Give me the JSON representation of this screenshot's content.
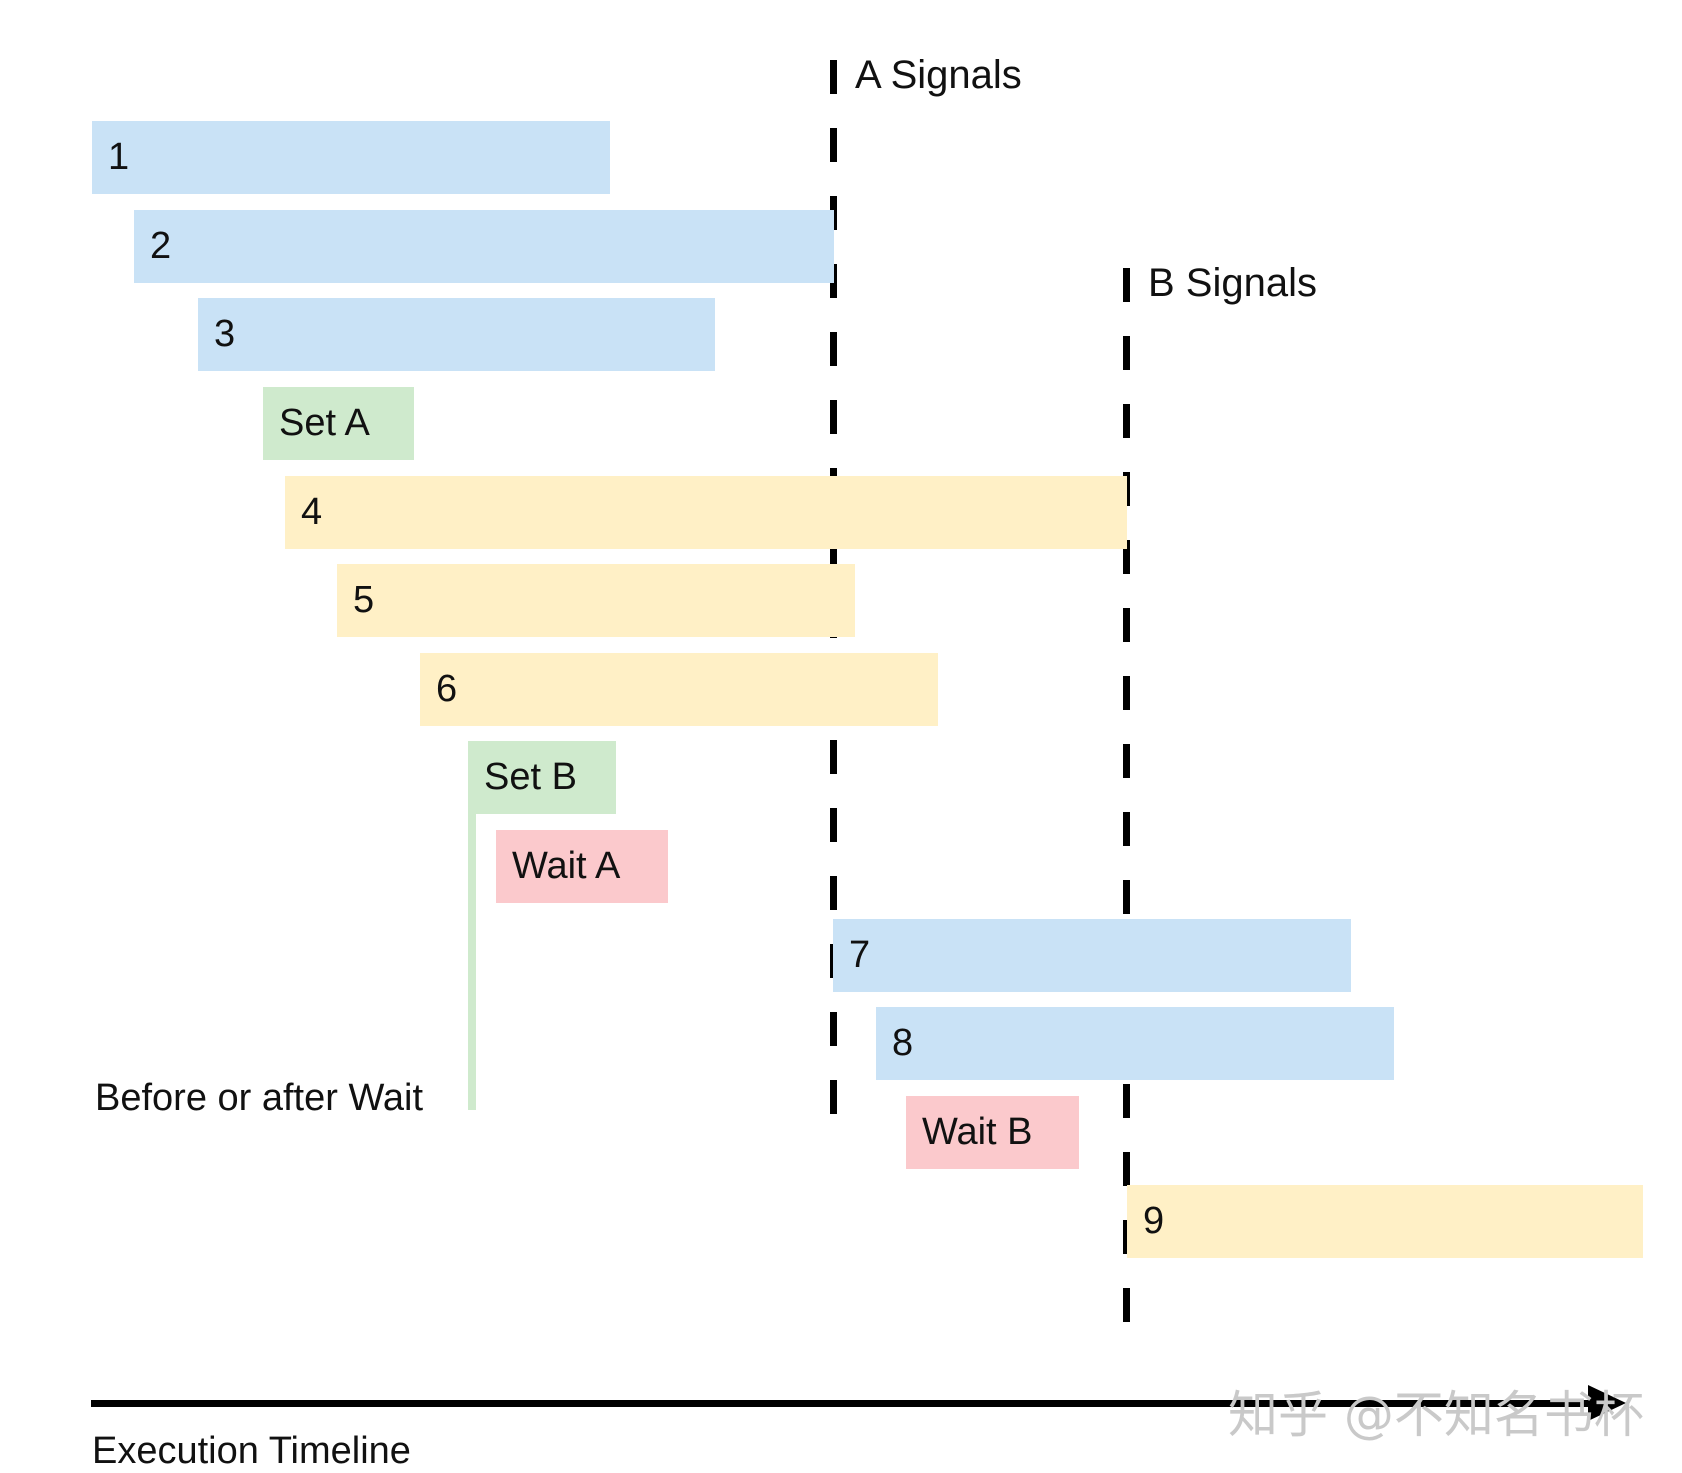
{
  "signals": {
    "a_label": "A Signals",
    "b_label": "B Signals"
  },
  "bars": {
    "b1": "1",
    "b2": "2",
    "b3": "3",
    "set_a": "Set A",
    "b4": "4",
    "b5": "5",
    "b6": "6",
    "set_b": "Set B",
    "wait_a": "Wait A",
    "b7": "7",
    "b8": "8",
    "wait_b": "Wait B",
    "b9": "9"
  },
  "note": "Before or after Wait",
  "axis": {
    "label": "Execution Timeline"
  },
  "watermark": "知乎 @不知名书杯",
  "colors": {
    "blue": "#c9e2f6",
    "yellow": "#fff0c6",
    "green": "#cfeacd",
    "red": "#fbc9cc"
  }
}
